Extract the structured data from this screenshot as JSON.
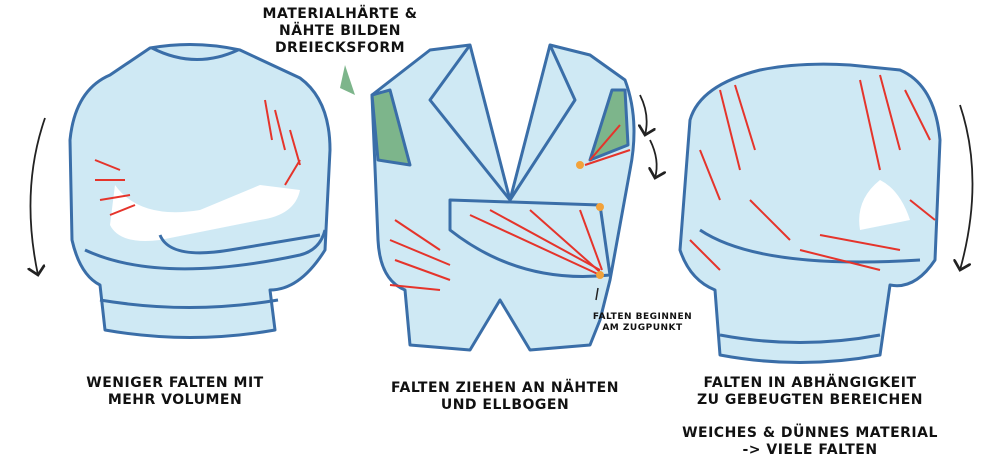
{
  "colors": {
    "fabric": "#cfe9f4",
    "outline": "#3a6ea8",
    "folds": "#e5342b",
    "seam_triangle": "#7db58b",
    "pull_point": "#f2a23a",
    "skin": "#ffffff"
  },
  "annotations": {
    "top": [
      "MATERIALHÄRTE &",
      "NÄHTE BILDEN",
      "DREIECKSFORM"
    ],
    "pull_point": [
      "FALTEN BEGINNEN",
      "AM ZUGPUNKT"
    ]
  },
  "panels": [
    {
      "caption": [
        "WENIGER FALTEN MIT",
        "MEHR VOLUMEN"
      ]
    },
    {
      "caption": [
        "FALTEN ZIEHEN AN NÄHTEN",
        "UND ELLBOGEN"
      ]
    },
    {
      "caption": [
        "FALTEN IN ABHÄNGIGKEIT",
        "ZU GEBEUGTEN BEREICHEN"
      ],
      "note": [
        "WEICHES & DÜNNES MATERIAL",
        "-> VIELE FALTEN"
      ]
    }
  ]
}
